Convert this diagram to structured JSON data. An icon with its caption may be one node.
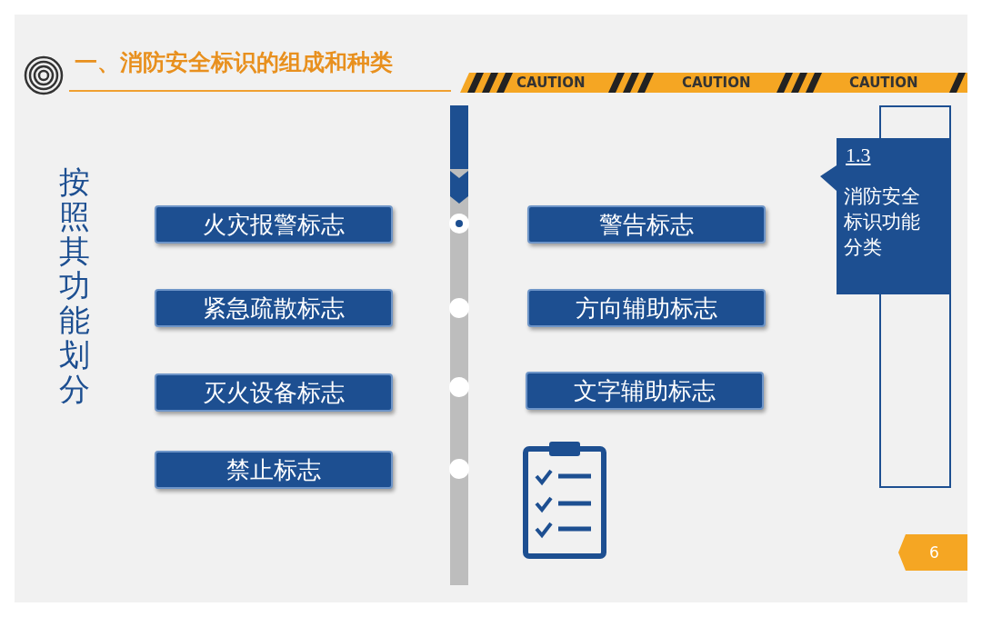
{
  "diagram": {
    "title": "一、消防安全标识的组成和种类",
    "nodes": [
      {
        "text": [
          "火灾报警标志"
        ]
      },
      {
        "text": [
          "警告标志"
        ]
      },
      {
        "text": [
          "紧急疏散标志"
        ]
      },
      {
        "text": [
          "方向辅助标志"
        ]
      },
      {
        "text": [
          "灭火设备标志"
        ]
      },
      {
        "text": [
          "文字辅助标志"
        ]
      },
      {
        "text": [
          "禁止标志"
        ]
      },
      {
        "text": [
          "1.3",
          "消防安全标识功能分类"
        ]
      }
    ],
    "labels": [
      "CAUTION",
      "CAUTION",
      "CAUTION",
      "按照其功能划分",
      "6"
    ]
  }
}
